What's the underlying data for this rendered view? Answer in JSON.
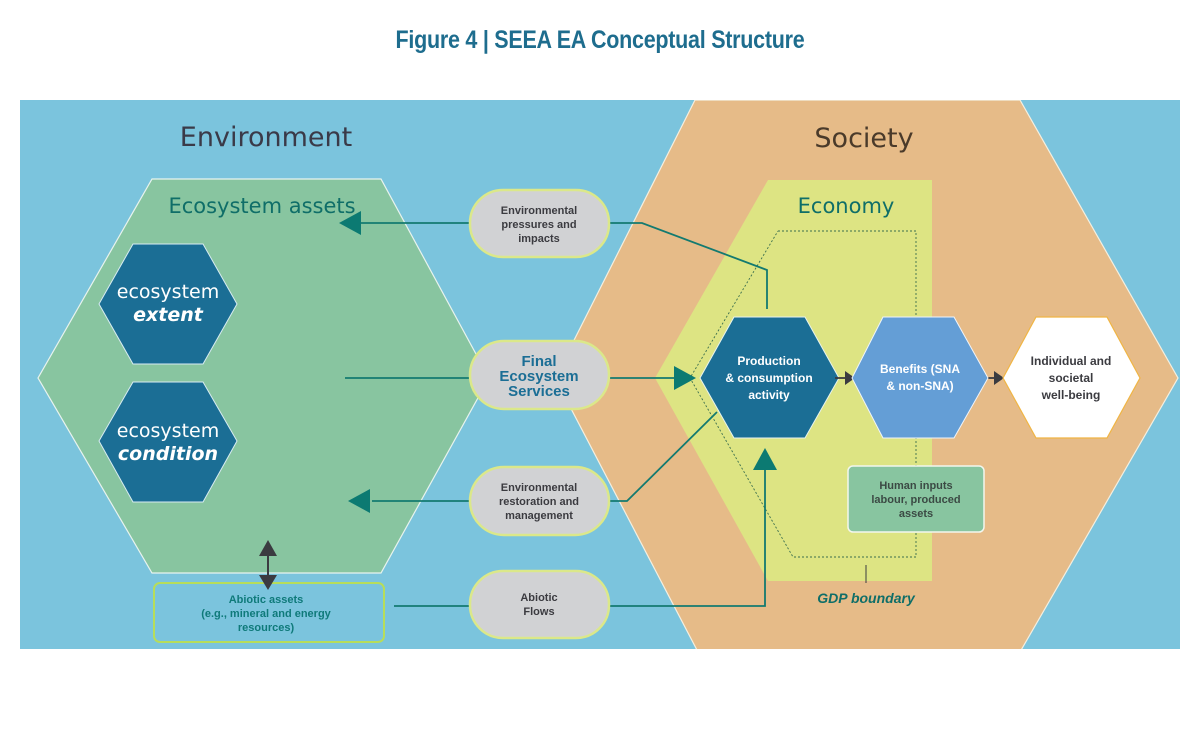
{
  "title": "Figure 4 | SEEA EA Conceptual Structure",
  "colors": {
    "environment_bg": "#7bc4dd",
    "society": "#e6bb88",
    "economy": "#dde483",
    "ecosystem_assets": "#88c5a0",
    "dark_hex": "#1b6e95",
    "benefits_hex": "#649ed6",
    "pill": "#d1d2d4",
    "pill_border": "#dbe88a",
    "arrow_teal": "#0c7a72",
    "arrow_dark": "#3b3b40",
    "title_blue": "#1e6d8e"
  },
  "regions": {
    "environment": "Environment",
    "society": "Society",
    "economy": "Economy",
    "ecosystem_assets": "Ecosystem assets"
  },
  "asset_hexes": {
    "extent": {
      "line1": "ecosystem",
      "line2": "extent"
    },
    "condition": {
      "line1": "ecosystem",
      "line2": "condition"
    }
  },
  "flows": {
    "pressures": [
      "Environmental",
      "pressures and",
      "impacts"
    ],
    "final_services": [
      "Final",
      "Ecosystem",
      "Services"
    ],
    "restoration": [
      "Environmental",
      "restoration and",
      "management"
    ],
    "abiotic_flows": [
      "Abiotic",
      "Flows"
    ]
  },
  "abiotic_assets": [
    "Abiotic assets",
    "(e.g., mineral and energy",
    "resources)"
  ],
  "economy_nodes": {
    "production": [
      "Production",
      "& consumption",
      "activity"
    ],
    "benefits": [
      "Benefits (SNA",
      "& non-SNA)"
    ],
    "wellbeing": [
      "Individual and",
      "societal",
      "well-being"
    ],
    "human_inputs": [
      "Human inputs",
      "labour, produced",
      "assets"
    ]
  },
  "gdp_boundary": "GDP boundary"
}
